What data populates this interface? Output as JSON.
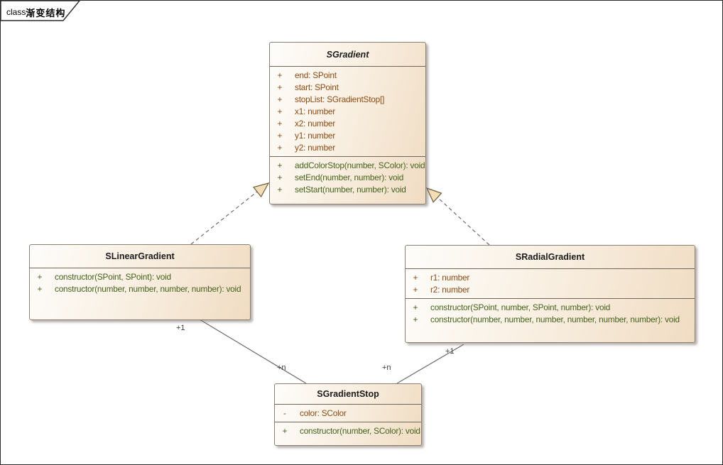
{
  "frame": {
    "keyword": "class",
    "diagram_name": "渐变结构"
  },
  "colors": {
    "attribute_text": "#8b4a13",
    "operation_text": "#44611c",
    "box_fill_start": "#fefdfb",
    "box_fill_end": "#f0dcc2",
    "box_border": "#8a8174",
    "connector_line": "#6b6b6b",
    "triangle_fill": "#f2ddb5",
    "triangle_border": "#6b5b3e"
  },
  "classes": [
    {
      "name": "SGradient",
      "abstract": true,
      "attributes": [
        {
          "visibility": "+",
          "signature": "end: SPoint"
        },
        {
          "visibility": "+",
          "signature": "start: SPoint"
        },
        {
          "visibility": "+",
          "signature": "stopList: SGradientStop[]"
        },
        {
          "visibility": "+",
          "signature": "x1: number"
        },
        {
          "visibility": "+",
          "signature": "x2: number"
        },
        {
          "visibility": "+",
          "signature": "y1: number"
        },
        {
          "visibility": "+",
          "signature": "y2: number"
        }
      ],
      "operations": [
        {
          "visibility": "+",
          "signature": "addColorStop(number, SColor): void"
        },
        {
          "visibility": "+",
          "signature": "setEnd(number, number): void"
        },
        {
          "visibility": "+",
          "signature": "setStart(number, number): void"
        }
      ]
    },
    {
      "name": "SLinearGradient",
      "abstract": false,
      "attributes": [],
      "operations": [
        {
          "visibility": "+",
          "signature": "constructor(SPoint, SPoint): void"
        },
        {
          "visibility": "+",
          "signature": "constructor(number, number, number, number): void"
        }
      ]
    },
    {
      "name": "SRadialGradient",
      "abstract": false,
      "attributes": [
        {
          "visibility": "+",
          "signature": "r1: number"
        },
        {
          "visibility": "+",
          "signature": "r2: number"
        }
      ],
      "operations": [
        {
          "visibility": "+",
          "signature": "constructor(SPoint, number, SPoint, number): void"
        },
        {
          "visibility": "+",
          "signature": "constructor(number, number, number, number, number, number): void"
        }
      ]
    },
    {
      "name": "SGradientStop",
      "abstract": false,
      "attributes": [
        {
          "visibility": "-",
          "signature": "color: SColor"
        }
      ],
      "operations": [
        {
          "visibility": "+",
          "signature": "constructor(number, SColor): void"
        }
      ]
    }
  ],
  "relationships": [
    {
      "type": "generalization",
      "from": "SLinearGradient",
      "to": "SGradient"
    },
    {
      "type": "generalization",
      "from": "SRadialGradient",
      "to": "SGradient"
    },
    {
      "type": "association",
      "from": "SLinearGradient",
      "to": "SGradientStop",
      "from_multiplicity": "+1",
      "to_multiplicity": "+n"
    },
    {
      "type": "association",
      "from": "SRadialGradient",
      "to": "SGradientStop",
      "from_multiplicity": "+1",
      "to_multiplicity": "+n"
    }
  ]
}
